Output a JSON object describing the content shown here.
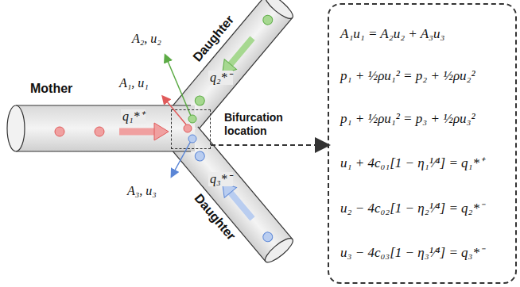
{
  "diagram": {
    "nodes": [
      {
        "text": [
          "Mother"
        ]
      },
      {
        "text": [
          "Daughter"
        ]
      },
      {
        "text": [
          "Daughter"
        ]
      },
      {
        "text": [
          "Bifurcation location"
        ]
      },
      {
        "text": [
          "A₁u₁ = A₂u₂ + A₃u₃",
          "p₁ + ½ρu₁² = p₂ + ½ρu₂²",
          "p₁ + ½ρu₁² = p₃ + ½ρu₃²",
          "u₁ + 4c₀₁[1 − η₁¹⁄⁴] = q₁*⁺",
          "u₂ − 4c₀₂[1 − η₂¹⁄⁴] = q₂*⁻",
          "u₃ − 4c₀₃[1 − η₃¹⁄⁴] = q₃*⁻"
        ]
      }
    ],
    "edges": [
      {
        "from": 3,
        "to": 4,
        "arrow": "to"
      }
    ],
    "labels": [
      "A₁, u₁",
      "A₂, u₂",
      "A₃, u₃",
      "q₁*⁺",
      "q₂*⁻",
      "q₃*⁻"
    ]
  }
}
